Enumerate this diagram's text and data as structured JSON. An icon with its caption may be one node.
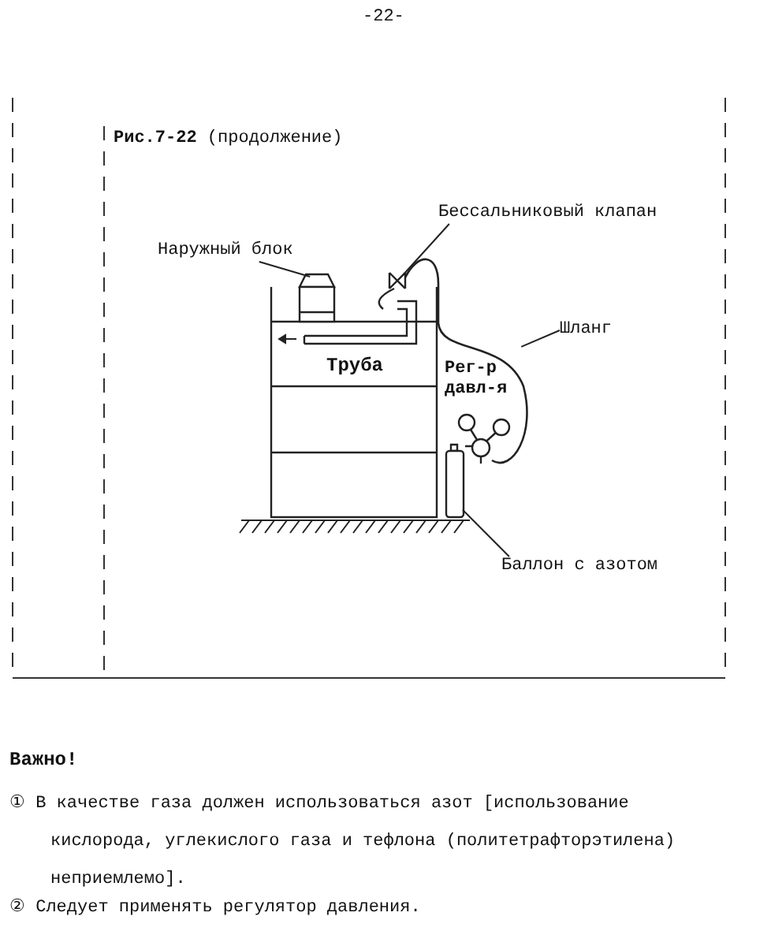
{
  "diagram": {
    "title": "**Рис.7-22** (продолжение)",
    "nodes": [
      {
        "text": [
          "Наружный блок"
        ]
      },
      {
        "text": [],
        "shape": "box"
      },
      {
        "text": [
          "Бессальниковый клапан"
        ]
      },
      {
        "text": [],
        "shape": "valve"
      },
      {
        "text": [
          "Шланг"
        ]
      },
      {
        "text": [],
        "shape": "hose"
      },
      {
        "text": [
          "Баллон с азотом"
        ]
      },
      {
        "text": [],
        "shape": "cylinder"
      }
    ],
    "edges": [
      {
        "from": 0,
        "to": 1,
        "arrow": "none"
      },
      {
        "from": 2,
        "to": 3,
        "arrow": "none"
      },
      {
        "from": 4,
        "to": 5,
        "arrow": "none"
      },
      {
        "from": 6,
        "to": 7,
        "arrow": "none"
      }
    ],
    "labels": [
      "-22-",
      "Труба",
      "Рег-р давл-я",
      "Важно!",
      "① В качестве газа должен использоваться азот [использование кислорода, углекислого газа и тефлона (политетрафторэтилена) неприемлемо].",
      "② Следует применять регулятор давления."
    ]
  }
}
